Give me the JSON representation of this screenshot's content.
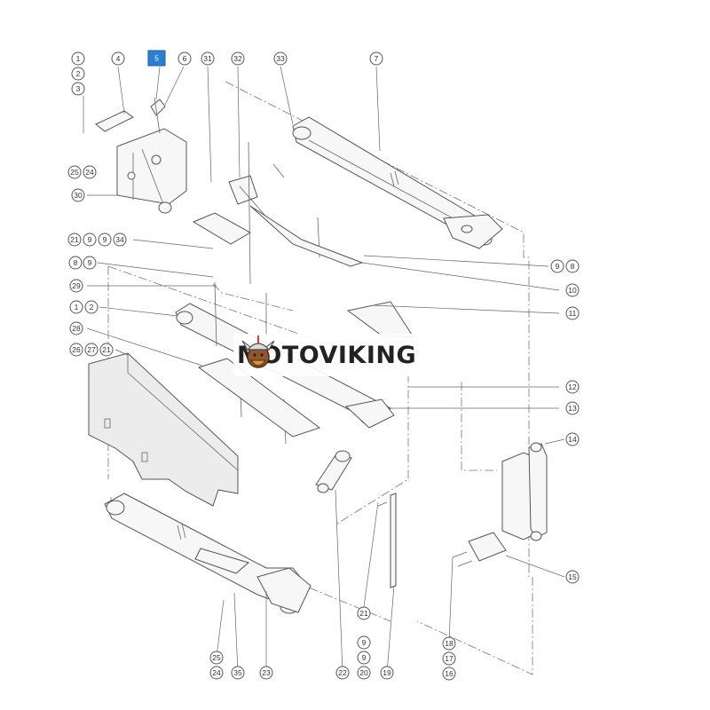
{
  "diagram": {
    "highlight_color": "#2a7fd4",
    "line_color": "#555555",
    "callouts": [
      {
        "id": "c1a",
        "label": "1"
      },
      {
        "id": "c2a",
        "label": "2"
      },
      {
        "id": "c3a",
        "label": "3"
      },
      {
        "id": "c4",
        "label": "4"
      },
      {
        "id": "c5",
        "label": "5",
        "highlighted": true
      },
      {
        "id": "c6",
        "label": "6"
      },
      {
        "id": "c31",
        "label": "31"
      },
      {
        "id": "c32",
        "label": "32"
      },
      {
        "id": "c33",
        "label": "33"
      },
      {
        "id": "c7",
        "label": "7"
      },
      {
        "id": "c25a",
        "label": "25"
      },
      {
        "id": "c24a",
        "label": "24"
      },
      {
        "id": "c30",
        "label": "30"
      },
      {
        "id": "c21a",
        "label": "21"
      },
      {
        "id": "c9a",
        "label": "9"
      },
      {
        "id": "c9b",
        "label": "9"
      },
      {
        "id": "c34",
        "label": "34"
      },
      {
        "id": "c8a",
        "label": "8"
      },
      {
        "id": "c9c",
        "label": "9"
      },
      {
        "id": "c29",
        "label": "29"
      },
      {
        "id": "c1b",
        "label": "1"
      },
      {
        "id": "c2b",
        "label": "2"
      },
      {
        "id": "c28",
        "label": "28"
      },
      {
        "id": "c26",
        "label": "26"
      },
      {
        "id": "c27",
        "label": "27"
      },
      {
        "id": "c21b",
        "label": "21"
      },
      {
        "id": "c9d",
        "label": "9"
      },
      {
        "id": "c8b",
        "label": "8"
      },
      {
        "id": "c10",
        "label": "10"
      },
      {
        "id": "c11",
        "label": "11"
      },
      {
        "id": "c12",
        "label": "12"
      },
      {
        "id": "c13",
        "label": "13"
      },
      {
        "id": "c14",
        "label": "14"
      },
      {
        "id": "c15",
        "label": "15"
      },
      {
        "id": "c25b",
        "label": "25"
      },
      {
        "id": "c24b",
        "label": "24"
      },
      {
        "id": "c35",
        "label": "35"
      },
      {
        "id": "c23",
        "label": "23"
      },
      {
        "id": "c22",
        "label": "22"
      },
      {
        "id": "c21c",
        "label": "21"
      },
      {
        "id": "c9e",
        "label": "9"
      },
      {
        "id": "c9f",
        "label": "9"
      },
      {
        "id": "c20",
        "label": "20"
      },
      {
        "id": "c19",
        "label": "19"
      },
      {
        "id": "c18",
        "label": "18"
      },
      {
        "id": "c17",
        "label": "17"
      },
      {
        "id": "c16",
        "label": "16"
      }
    ]
  },
  "watermark": {
    "text": "MOTOVIKING"
  }
}
